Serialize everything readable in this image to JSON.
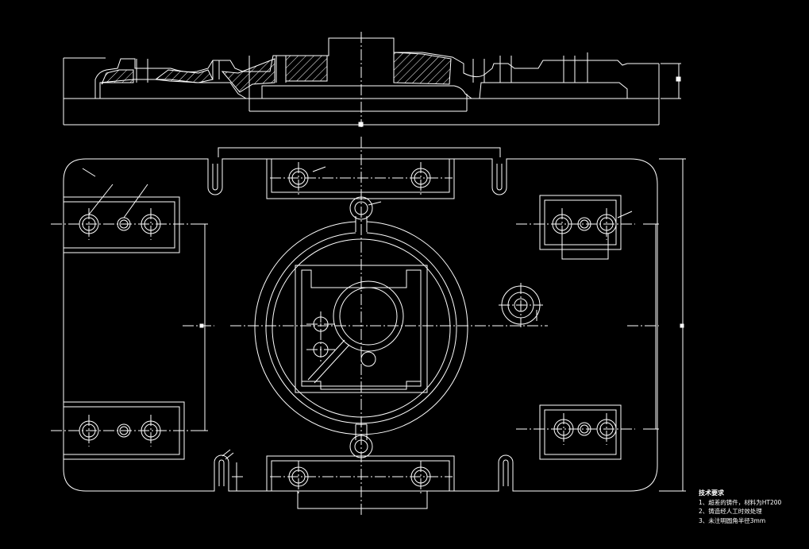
{
  "notes": {
    "title": "技术要求",
    "lines": [
      "1、超差的铸件，材料为HT200",
      "2、铸造经人工时效处理",
      "3、未注明圆角半径3mm"
    ]
  },
  "colors": {
    "background": "#000000",
    "outline": "#ffffff",
    "hatch": "#ffffff"
  }
}
